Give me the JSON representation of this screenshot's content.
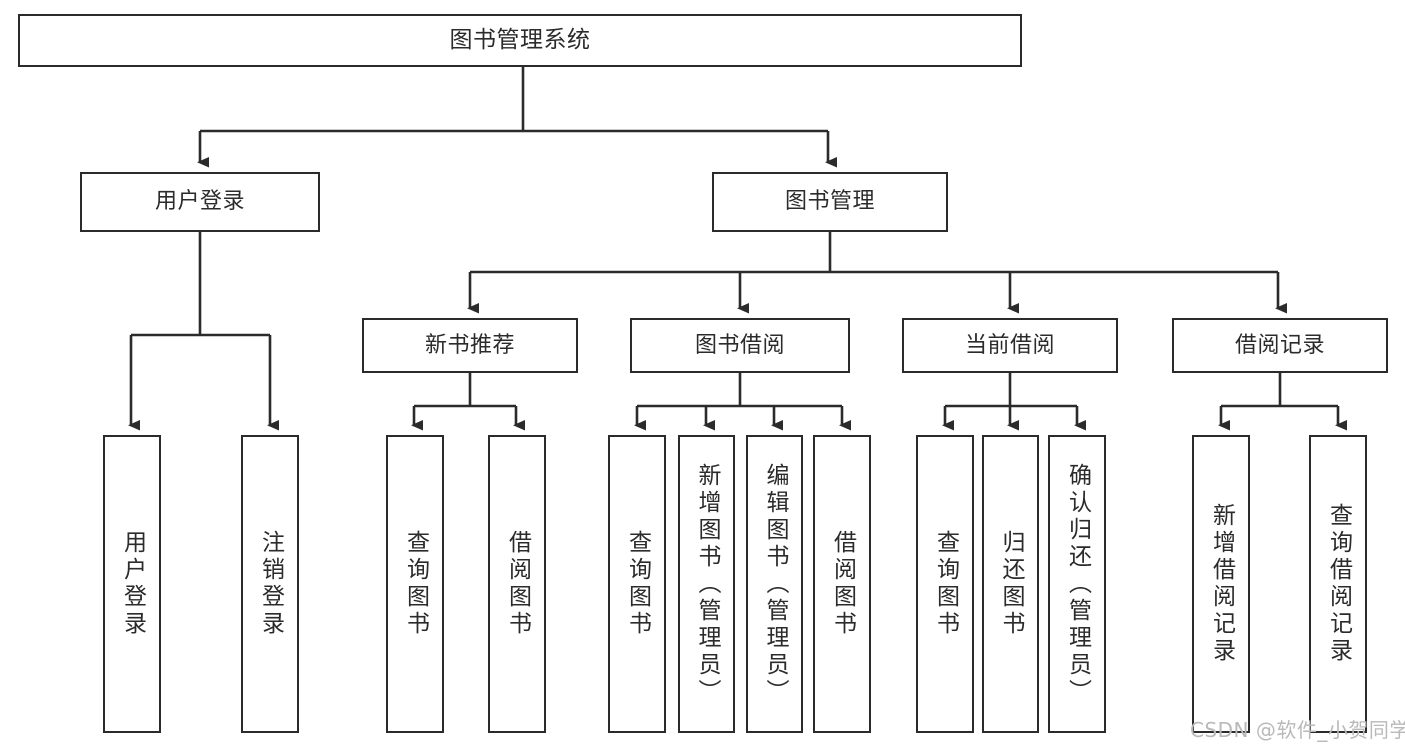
{
  "diagram": {
    "type": "tree-hierarchy",
    "title": "图书管理系统",
    "root": {
      "label": "图书管理系统"
    },
    "level2": [
      {
        "label": "用户登录"
      },
      {
        "label": "图书管理"
      }
    ],
    "level3": [
      {
        "label": "新书推荐"
      },
      {
        "label": "图书借阅"
      },
      {
        "label": "当前借阅"
      },
      {
        "label": "借阅记录"
      }
    ],
    "leaves": {
      "user_login": [
        {
          "label": "用户登录"
        },
        {
          "label": "注销登录"
        }
      ],
      "new_book_recommend": [
        {
          "label": "查询图书"
        },
        {
          "label": "借阅图书"
        }
      ],
      "book_borrow": [
        {
          "label": "查询图书"
        },
        {
          "label": "新增图书（管理员）"
        },
        {
          "label": "编辑图书（管理员）"
        },
        {
          "label": "借阅图书"
        }
      ],
      "current_borrow": [
        {
          "label": "查询图书"
        },
        {
          "label": "归还图书"
        },
        {
          "label": "确认归还（管理员）"
        }
      ],
      "borrow_record": [
        {
          "label": "新增借阅记录"
        },
        {
          "label": "查询借阅记录"
        }
      ]
    },
    "watermark": "CSDN @软件_小贺同学",
    "colors": {
      "stroke": "#2b2b2b",
      "text": "#2b2b2b",
      "background": "#ffffff",
      "watermark": "#b9b9b9"
    }
  }
}
